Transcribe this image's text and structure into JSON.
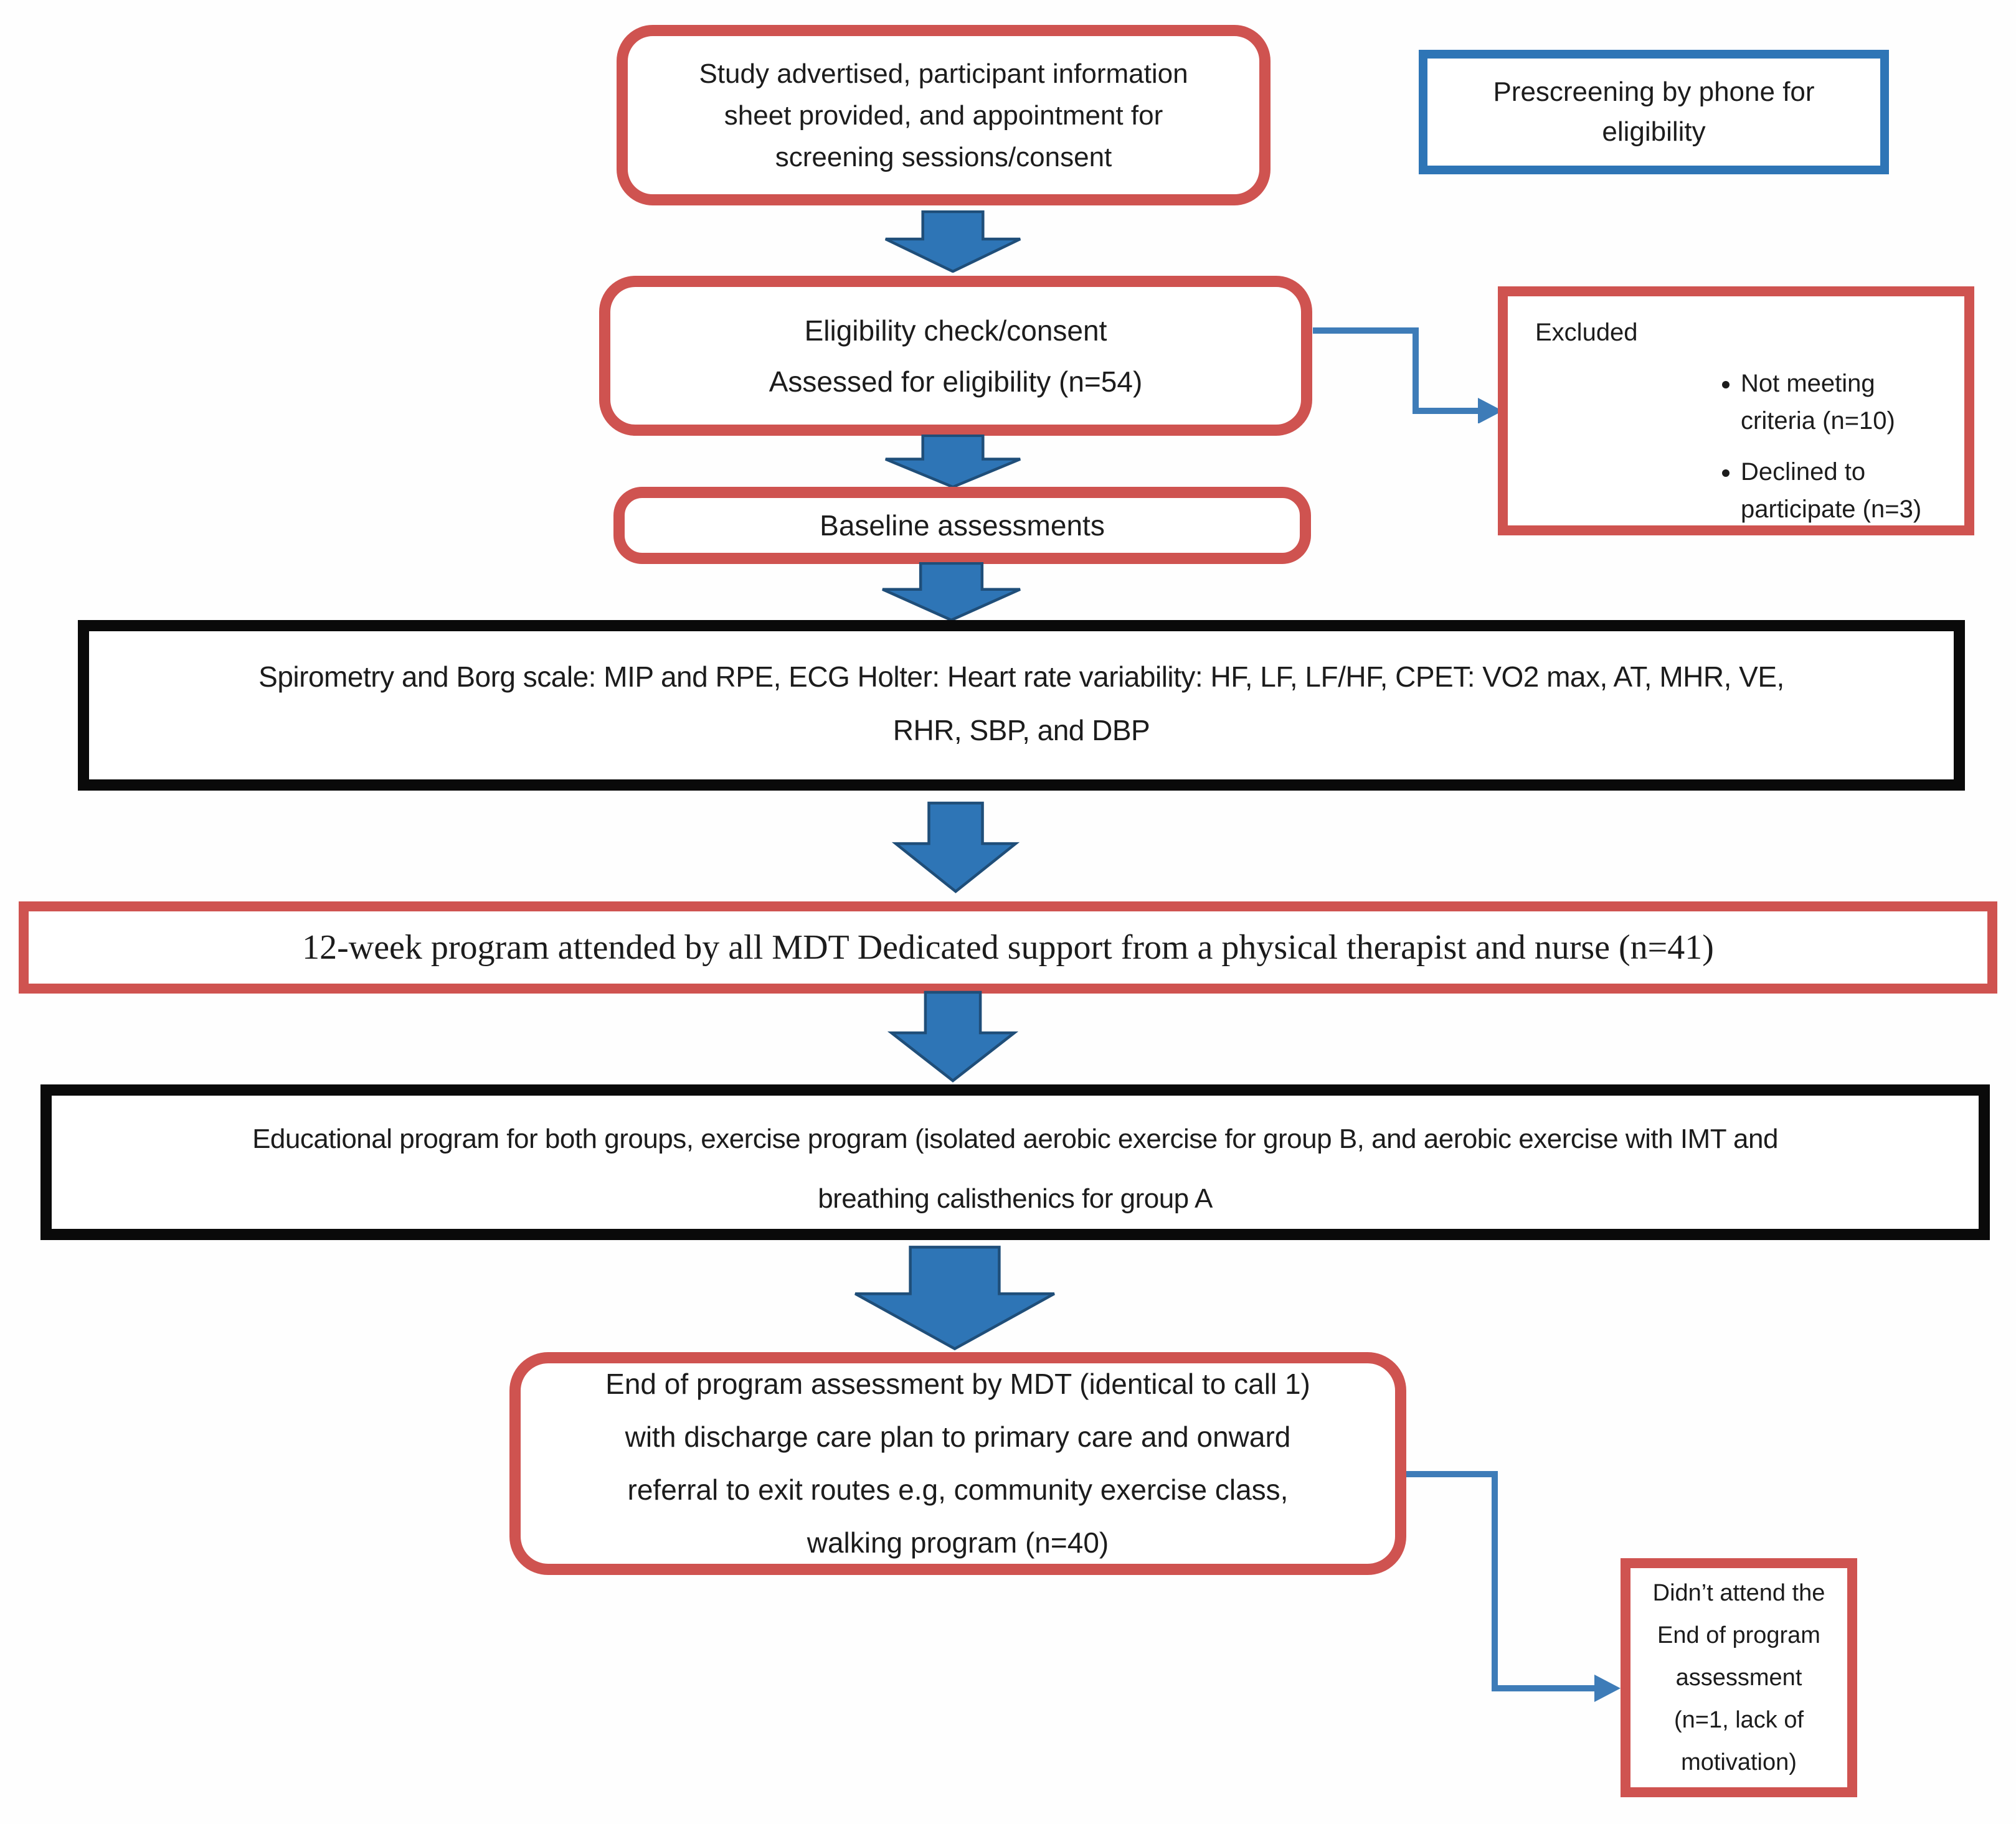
{
  "palette": {
    "red": "#cf5350",
    "blue": "#2e75b6",
    "connector": "#3e7cb8",
    "arrowfill": "#2e75b6",
    "arrowedge": "#1f4e79",
    "boxblack": "#0a0a0a",
    "ink": "#1c1c1c"
  },
  "boxes": {
    "study": {
      "lines": [
        "Study advertised, participant information",
        "sheet provided, and appointment for",
        "screening sessions/consent"
      ]
    },
    "prescreen": {
      "lines": [
        "Prescreening by phone for",
        "eligibility"
      ]
    },
    "eligibility": {
      "lines": [
        "Eligibility check/consent",
        "Assessed for eligibility (n=54)"
      ]
    },
    "excluded": {
      "title": "Excluded",
      "items": [
        "Not meeting criteria (n=10)",
        "Declined to participate (n=3)"
      ]
    },
    "baseline": {
      "text": "Baseline assessments"
    },
    "assessments": {
      "lines": [
        "Spirometry and Borg scale: MIP and RPE, ECG Holter: Heart rate variability: HF, LF, LF/HF, CPET: VO2 max, AT, MHR, VE,",
        "RHR, SBP, and DBP"
      ]
    },
    "program": {
      "text": "12-week program attended by all MDT Dedicated support from a physical therapist and nurse (n=41)"
    },
    "education": {
      "lines": [
        "Educational program for both groups, exercise program (isolated aerobic exercise for group B, and aerobic exercise with IMT and",
        "breathing calisthenics for group A"
      ]
    },
    "end_assessment": {
      "lines": [
        "End of program assessment by MDT (identical to call 1)",
        "with discharge care plan to primary care and onward",
        "referral to exit routes e.g, community exercise class,",
        "walking program (n=40)"
      ]
    },
    "missed": {
      "lines": [
        "Didn’t attend the",
        "End of program",
        "assessment",
        "(n=1, lack of",
        "motivation)"
      ]
    }
  }
}
